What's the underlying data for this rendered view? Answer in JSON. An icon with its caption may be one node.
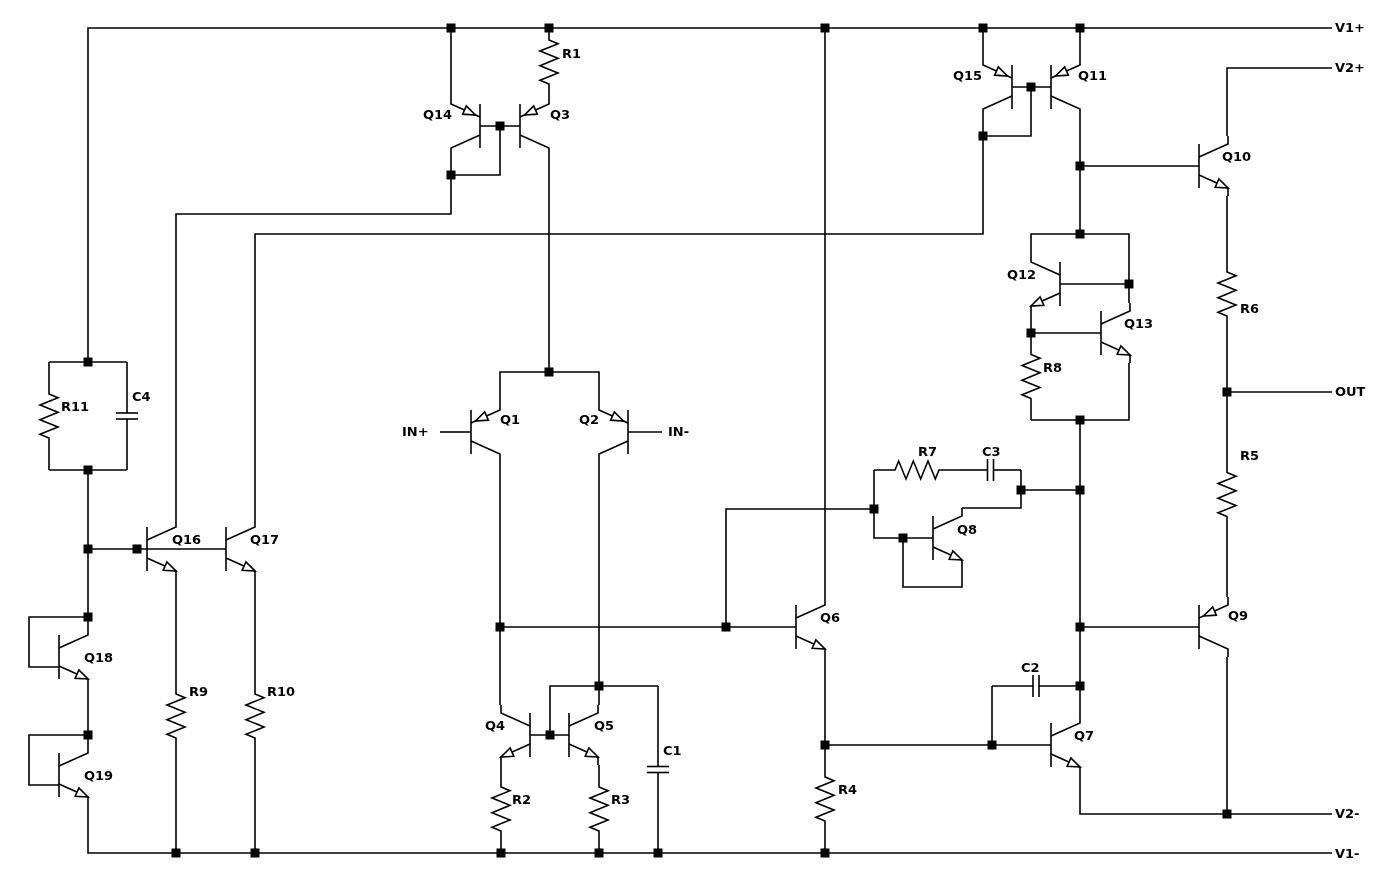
{
  "diagram": {
    "labels": [
      "V1+",
      "R1",
      "Q15",
      "Q11",
      "V2+",
      "Q14",
      "Q3",
      "Q10",
      "Q12",
      "Q13",
      "R6",
      "R8",
      "C4",
      "R11",
      "OUT",
      "IN+",
      "Q1",
      "Q2",
      "IN-",
      "R7",
      "C3",
      "R5",
      "Q8",
      "Q16",
      "Q17",
      "Q6",
      "Q9",
      "Q18",
      "C2",
      "R9",
      "R10",
      "Q4",
      "Q5",
      "Q7",
      "C1",
      "Q19",
      "R4",
      "R2",
      "R3",
      "V2-",
      "V1-"
    ]
  }
}
